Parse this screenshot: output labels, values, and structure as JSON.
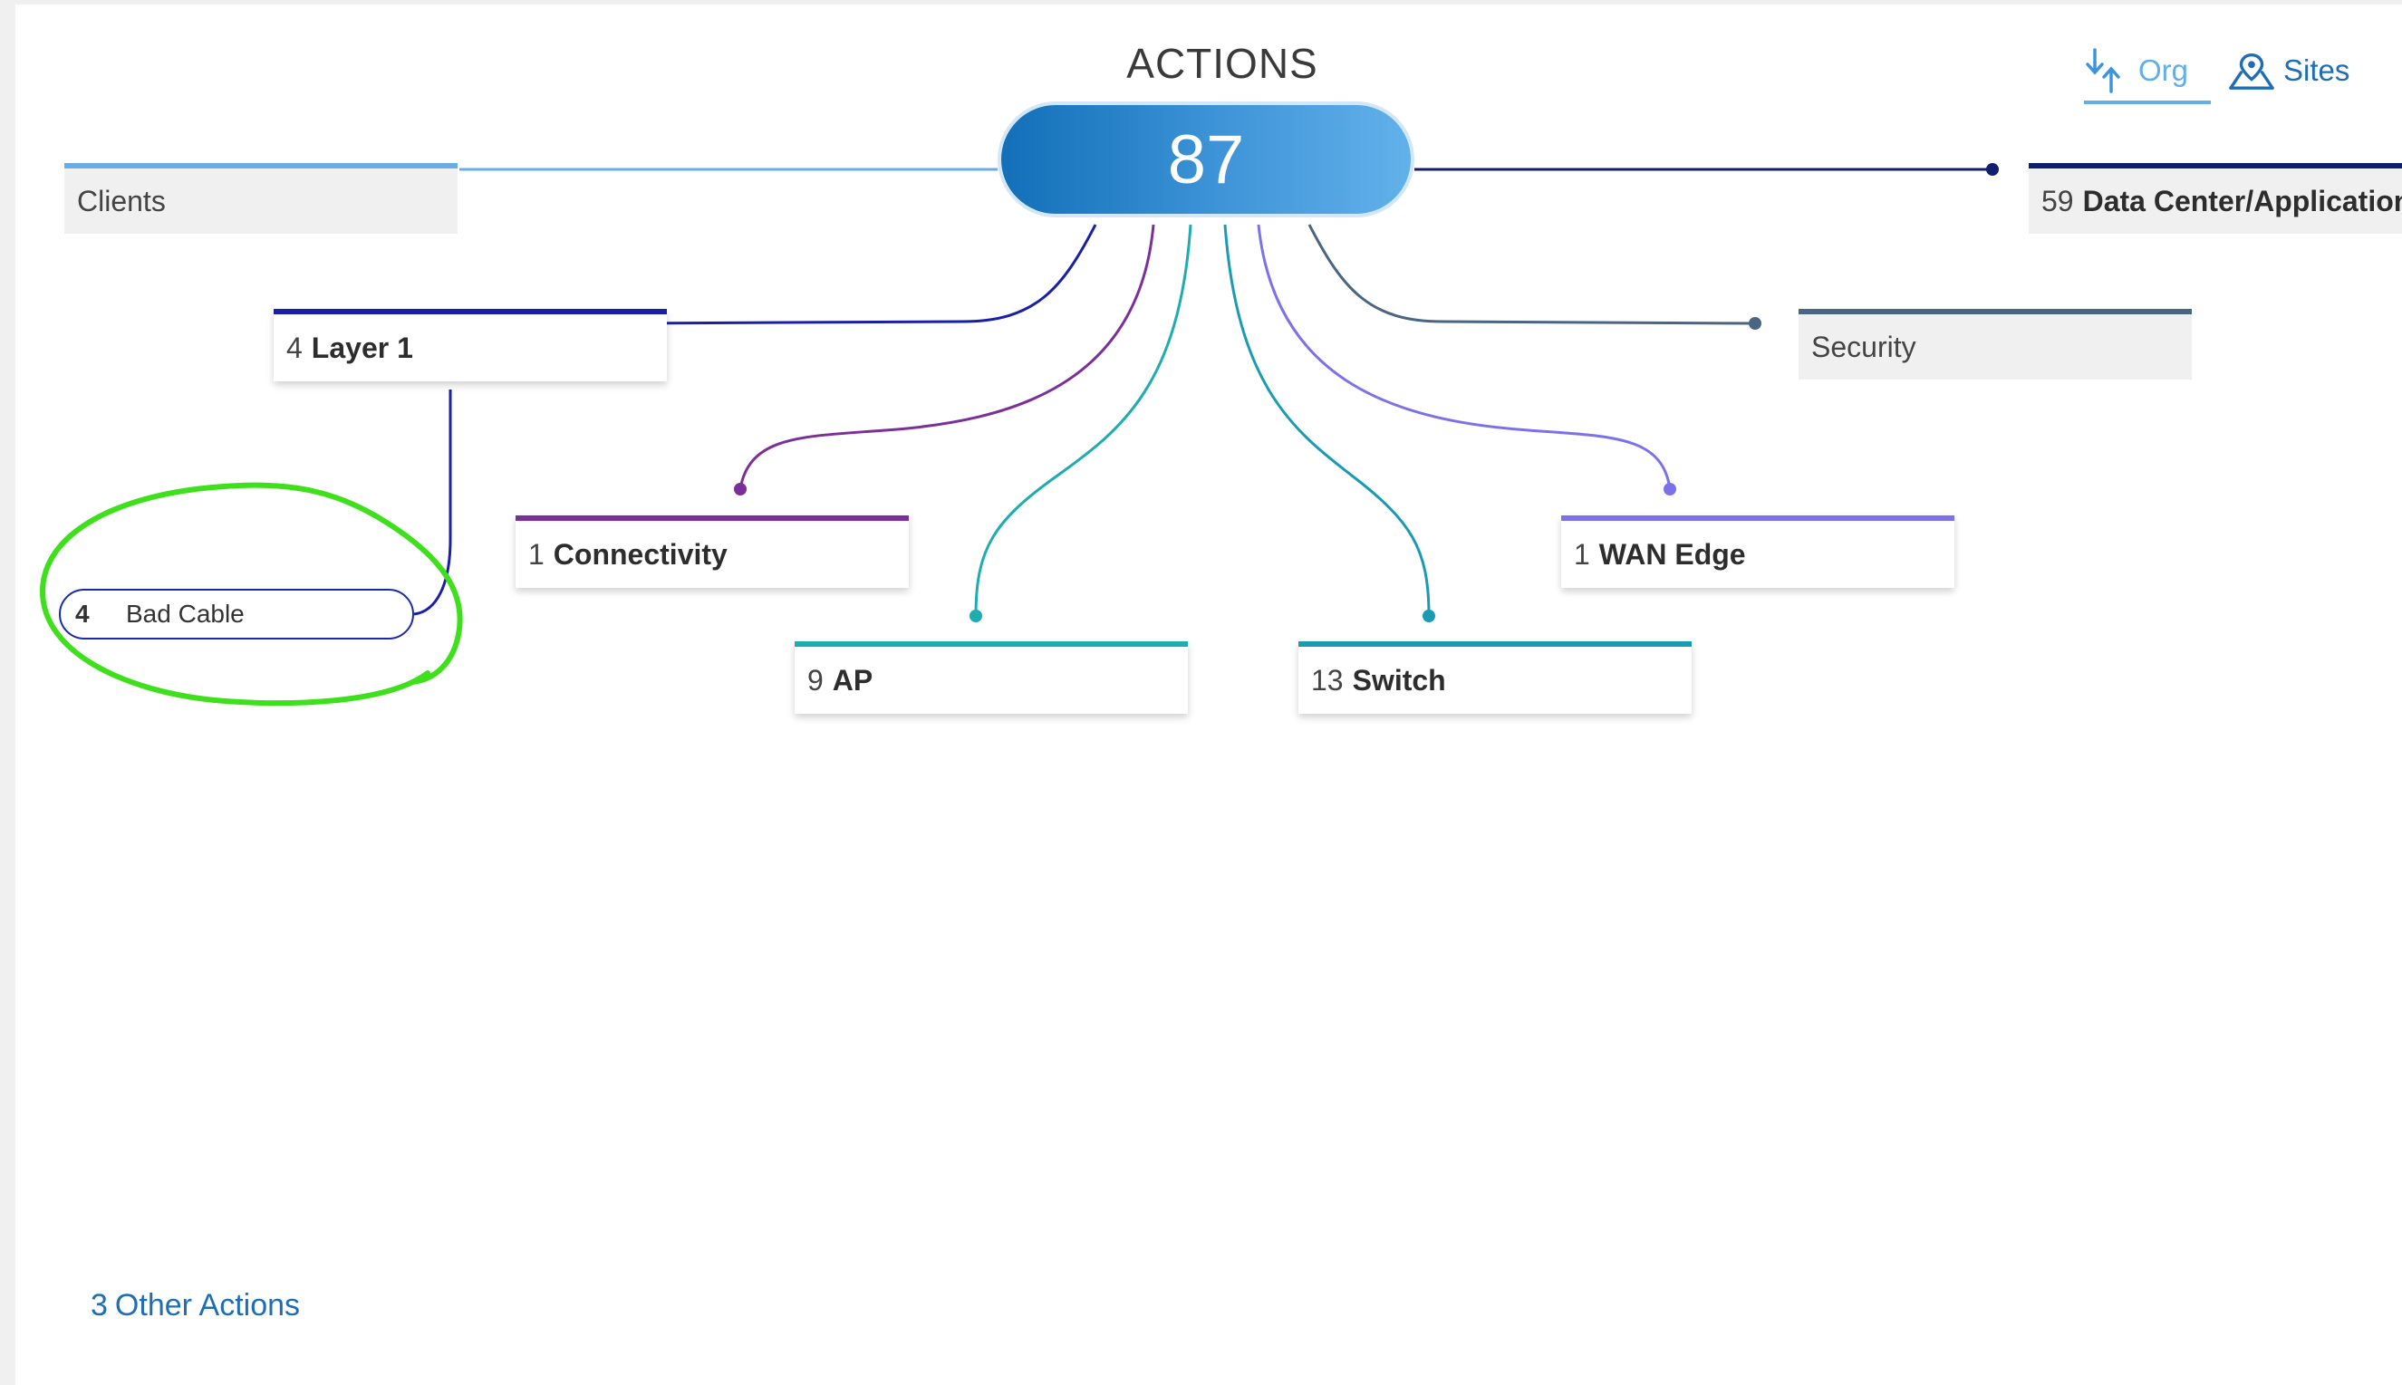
{
  "header": {
    "title": "ACTIONS",
    "total": "87"
  },
  "scope_tabs": [
    {
      "label": "Org",
      "icon": "org-arrows-icon",
      "active": true
    },
    {
      "label": "Sites",
      "icon": "sites-map-pin-icon",
      "active": false
    }
  ],
  "categories": {
    "clients": {
      "count": "",
      "label": "Clients",
      "color": "#6aade6"
    },
    "data_center": {
      "count": "59",
      "label": "Data Center/Application",
      "color": "#0d1f6e"
    },
    "layer1": {
      "count": "4",
      "label": "Layer 1",
      "color": "#1a1fa8"
    },
    "security": {
      "count": "",
      "label": "Security",
      "color": "#4a6484"
    },
    "connectivity": {
      "count": "1",
      "label": "Connectivity",
      "color": "#7b2f99"
    },
    "wan_edge": {
      "count": "1",
      "label": "WAN Edge",
      "color": "#7b72ea"
    },
    "ap": {
      "count": "9",
      "label": "AP",
      "color": "#1eacb0"
    },
    "switch": {
      "count": "13",
      "label": "Switch",
      "color": "#1a9bb4"
    }
  },
  "sub_action": {
    "count": "4",
    "label": "Bad Cable"
  },
  "annotation_color": "#3ee01c",
  "footer": {
    "count": "3",
    "label": "Other Actions"
  }
}
